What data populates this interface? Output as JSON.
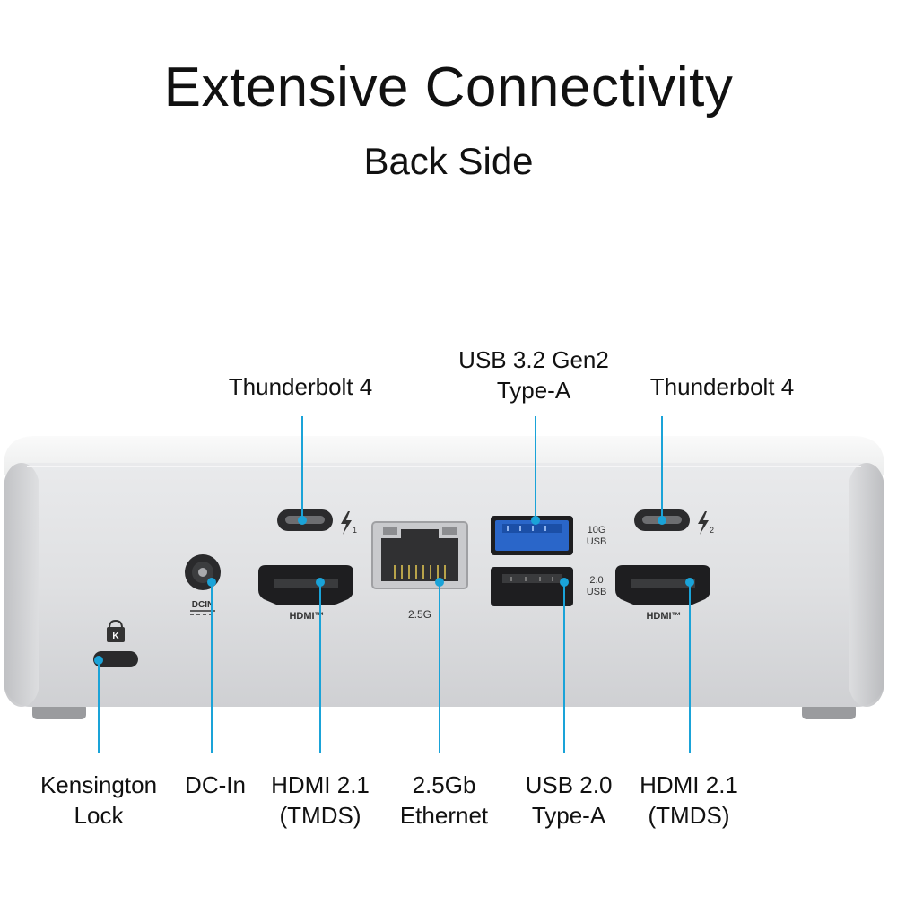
{
  "title": "Extensive Connectivity",
  "subtitle": "Back Side",
  "top_labels": {
    "thunderbolt_left": "Thunderbolt  4",
    "usb32": "USB 3.2 Gen2\nType-A",
    "thunderbolt_right": "Thunderbolt  4"
  },
  "bottom_labels": {
    "kensington": "Kensington\nLock",
    "dcin": "DC-In",
    "hdmi_left": "HDMI 2.1\n(TMDS)",
    "ethernet": "2.5Gb\nEthernet",
    "usb20": "USB 2.0\nType-A",
    "hdmi_right": "HDMI 2.1\n(TMDS)"
  },
  "device_print": {
    "dcin": "DCIN",
    "hdmi": "HDMI™",
    "ethernet_speed": "2.5G",
    "usb_top_speed": "10G",
    "usb_top_type": "USB",
    "usb_bottom_speed": "2.0",
    "usb_bottom_type": "USB",
    "tb_left_index": "1",
    "tb_right_index": "2",
    "lock_letter": "K"
  },
  "colors": {
    "callout_line": "#1aa3d8",
    "usb3_blue": "#2a66c9",
    "chassis": "#e2e3e5"
  }
}
